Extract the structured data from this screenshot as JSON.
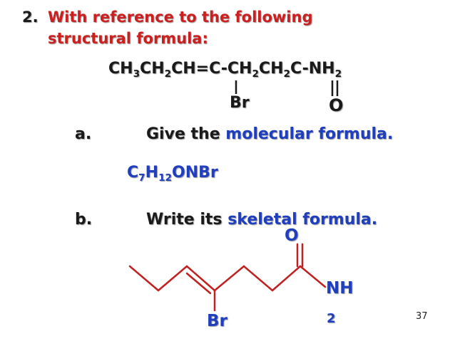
{
  "question": {
    "number": "2.",
    "line1": "With reference to the following",
    "line2": "structural formula:"
  },
  "structural_formula": {
    "main_chain": "CH3CH2CH=C-CH2CH2C-NH2",
    "substituent": "Br",
    "carbonyl_oxygen": "O"
  },
  "part_a": {
    "letter": "a.",
    "text_plain": "Give the ",
    "text_highlight": "molecular formula.",
    "answer": "C7H12ONBr"
  },
  "part_b": {
    "letter": "b.",
    "text_plain": "Write its ",
    "text_highlight": "skeletal formula."
  },
  "skeletal_formula": {
    "oxygen": "O",
    "amine_nh": "NH",
    "amine_sub": "2",
    "bromine": "Br"
  },
  "page_number": "37",
  "colors": {
    "title_red": "#cc1f1f",
    "highlight_blue": "#1f3fbf",
    "text_black": "#1a1a1a",
    "bond_red": "#c0201f"
  }
}
